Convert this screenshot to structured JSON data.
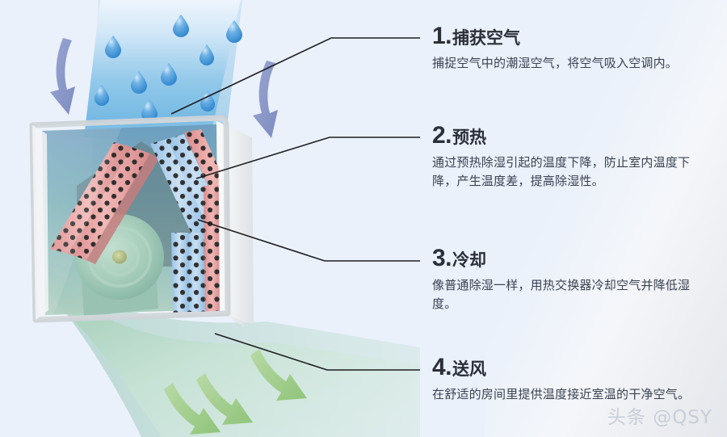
{
  "background": {
    "color": "#eaf1fb",
    "fade_color": "#e4e6ea"
  },
  "illustration": {
    "name": "air-conditioner-dehumidifier-cutaway",
    "intake_band_label": "humid-air-intake",
    "exhaust_band_label": "dry-air-outflow",
    "colors": {
      "intake_blue_top": "#eaf3fb",
      "intake_blue_bottom": "#5aaee0",
      "droplet_blue": "#3f95d8",
      "arrow_purple": "#8e9ccc",
      "arrow_green": "#a6cf93",
      "exhaust_green": "#bfe0cf",
      "coil_red": "#e59494",
      "coil_blue": "#a9cdea",
      "fan_teal": "#8fc0b2",
      "casing_gray": "#e9ebee"
    },
    "droplet_count": 10,
    "purple_arrow_count": 2,
    "green_arrow_count": 3,
    "coil_panel_count": 6
  },
  "steps": [
    {
      "num": "1.",
      "title": "捕获空气",
      "body": "捕捉空气中的潮湿空气，将空气吸入空调内。",
      "leader": "leader-line-1"
    },
    {
      "num": "2.",
      "title": "预热",
      "body": "通过预热除湿引起的温度下降，防止室内温度下降，产生温度差，提高除湿性。",
      "leader": "leader-line-2"
    },
    {
      "num": "3.",
      "title": "冷却",
      "body": "像普通除湿一样，用热交换器冷却空气并降低湿度。",
      "leader": "leader-line-3"
    },
    {
      "num": "4.",
      "title": "送风",
      "body": "在舒适的房间里提供温度接近室温的干净空气。",
      "leader": "leader-line-4"
    }
  ],
  "watermark": {
    "text": "头条 @QSY"
  }
}
